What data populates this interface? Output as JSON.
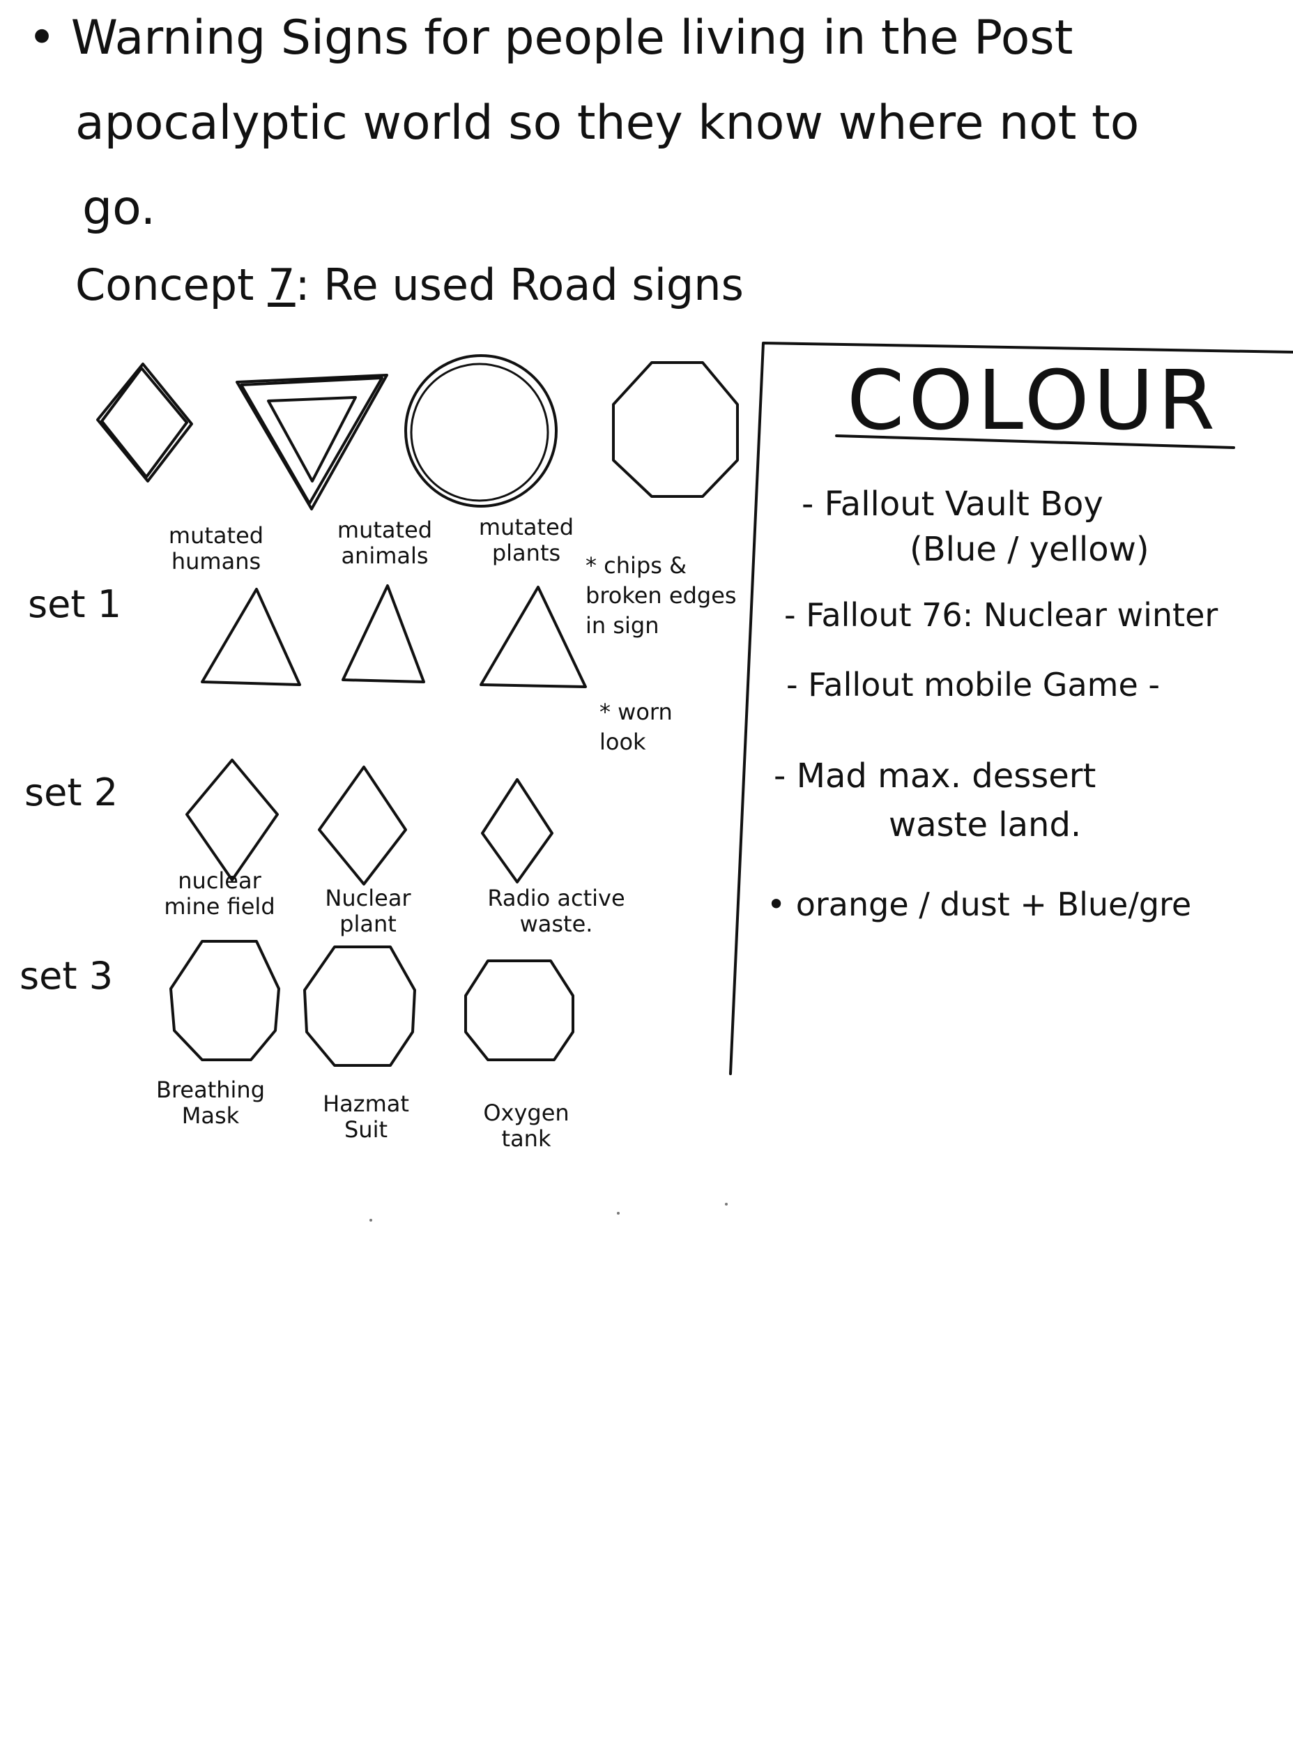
{
  "header": {
    "line1": "• Warning Signs for people living in the Post",
    "line2": "apocalyptic world so they know where not to",
    "line3": "go.",
    "concept_prefix": "Concept ",
    "concept_number": "7",
    "concept_suffix": ": Re used Road signs"
  },
  "top_row": {
    "labels": [
      "mutated\nhumans",
      "mutated\nanimals",
      "mutated\nplants"
    ]
  },
  "notes": {
    "note1": "* chips &\nbroken edges\nin sign",
    "note2": "* worn\nlook"
  },
  "sets": [
    {
      "label": "set 1",
      "items": []
    },
    {
      "label": "set 2",
      "items": [
        "nuclear\nmine field",
        "Nuclear\nplant",
        "Radio active\nwaste."
      ]
    },
    {
      "label": "set 3",
      "items": [
        "Breathing\nMask",
        "Hazmat\nSuit",
        "Oxygen\ntank"
      ]
    }
  ],
  "colour_panel": {
    "title": "COLOUR",
    "items": [
      "- Fallout Vault Boy",
      "(Blue / yellow)",
      "- Fallout 76: Nuclear winter",
      "- Fallout mobile Game -",
      "- Mad max. dessert",
      "waste land.",
      "• orange / dust + Blue/gre"
    ]
  }
}
